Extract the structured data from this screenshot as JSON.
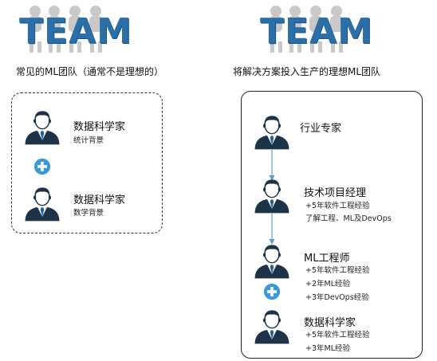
{
  "logos": {
    "left_text": "TEAM",
    "right_text": "TEAM"
  },
  "left_panel": {
    "title": "常见的ML团队（通常不是理想的）",
    "members": [
      {
        "role": "数据科学家",
        "details": [
          "统计背景"
        ]
      },
      {
        "role": "数据科学家",
        "details": [
          "数学背景"
        ]
      }
    ]
  },
  "right_panel": {
    "title": "将解决方案投入生产的理想ML团队",
    "members": [
      {
        "role": "行业专家",
        "details": []
      },
      {
        "role": "技术项目经理",
        "details": [
          "+5年软件工程经验",
          "了解工程、ML及DevOps"
        ]
      },
      {
        "role": "ML工程师",
        "details": [
          "+5年软件工程经验",
          "+2年ML经验",
          "+3年DevOps经验"
        ]
      },
      {
        "role": "数据科学家",
        "details": [
          "+5年软件工程经验",
          "+3年ML经验"
        ]
      }
    ]
  },
  "colors": {
    "team_blue": "#2a6fa8",
    "plus_blue": "#3a9ad9",
    "arrow_blue": "#5b9bd5",
    "tie_blue": "#1f5f9a"
  },
  "icons": [
    "person-icon",
    "plus-icon",
    "arrow-down-icon"
  ]
}
